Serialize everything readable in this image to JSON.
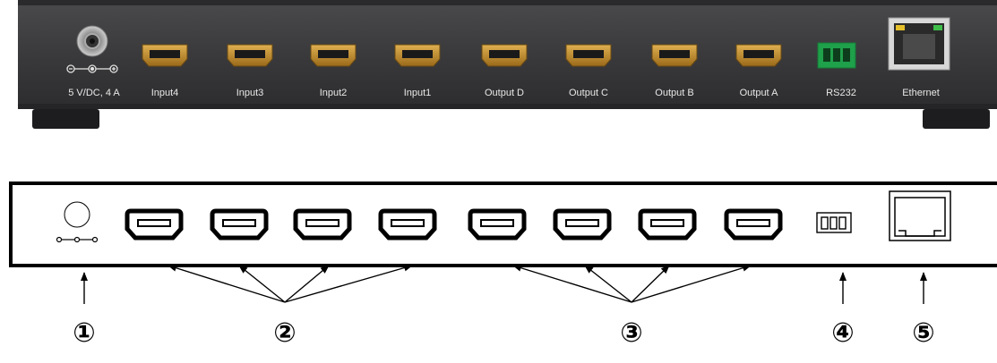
{
  "device_photo": {
    "power_label": "5 V/DC, 4 A",
    "port_labels": [
      "Input4",
      "Input3",
      "Input2",
      "Input1",
      "Output D",
      "Output C",
      "Output B",
      "Output A",
      "RS232",
      "Ethernet"
    ],
    "panel_color": "#3a3a3c",
    "hdmi_color": "#c08a2c",
    "rs232_color": "#1fa04a"
  },
  "diagram": {
    "callouts": [
      "①",
      "②",
      "③",
      "④",
      "⑤"
    ]
  }
}
